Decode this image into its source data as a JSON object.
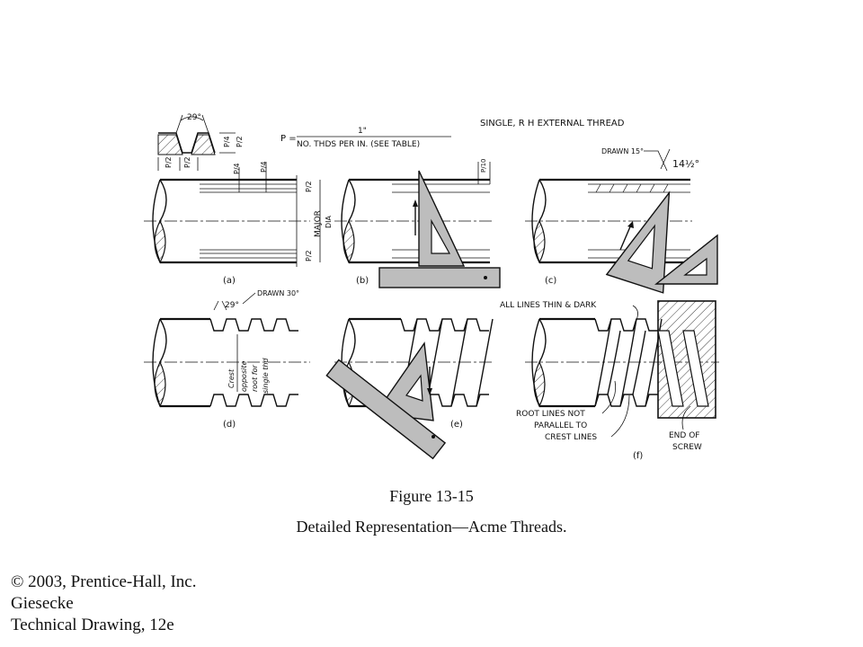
{
  "header": {
    "formula_lhs": "P =",
    "formula_num": "1\"",
    "formula_den": "NO. THDS PER IN. (SEE TABLE)",
    "thread_spec": "SINGLE, R H  EXTERNAL THREAD",
    "profile_angle": "29°"
  },
  "dims": {
    "p_over_4": "P/4",
    "p_over_2": "P/2",
    "major_dia_1": "MAJOR",
    "major_dia_2": "DIA",
    "p_over_10": "P/10"
  },
  "annotations": {
    "drawn_15": "DRAWN 15°",
    "angle_14": "14½°",
    "angle_29": "29°",
    "drawn_30": "DRAWN 30°",
    "crest_note_1": "Crest",
    "crest_note_2": "opposite",
    "crest_note_3": "root for",
    "crest_note_4": "single thd",
    "all_lines": "ALL LINES  THIN & DARK",
    "root_1": "ROOT LINES NOT",
    "root_2": "PARALLEL TO",
    "root_3": "CREST LINES",
    "end_1": "END OF",
    "end_2": "SCREW"
  },
  "panels": {
    "a": "(a)",
    "b": "(b)",
    "c": "(c)",
    "d": "(d)",
    "e": "(e)",
    "f": "(f)"
  },
  "caption": {
    "figure": "Figure 13-15",
    "title": "Detailed Representation—Acme Threads."
  },
  "footer": {
    "line1": "© 2003, Prentice-Hall, Inc.",
    "line2": "Giesecke",
    "line3": "Technical Drawing, 12e"
  }
}
